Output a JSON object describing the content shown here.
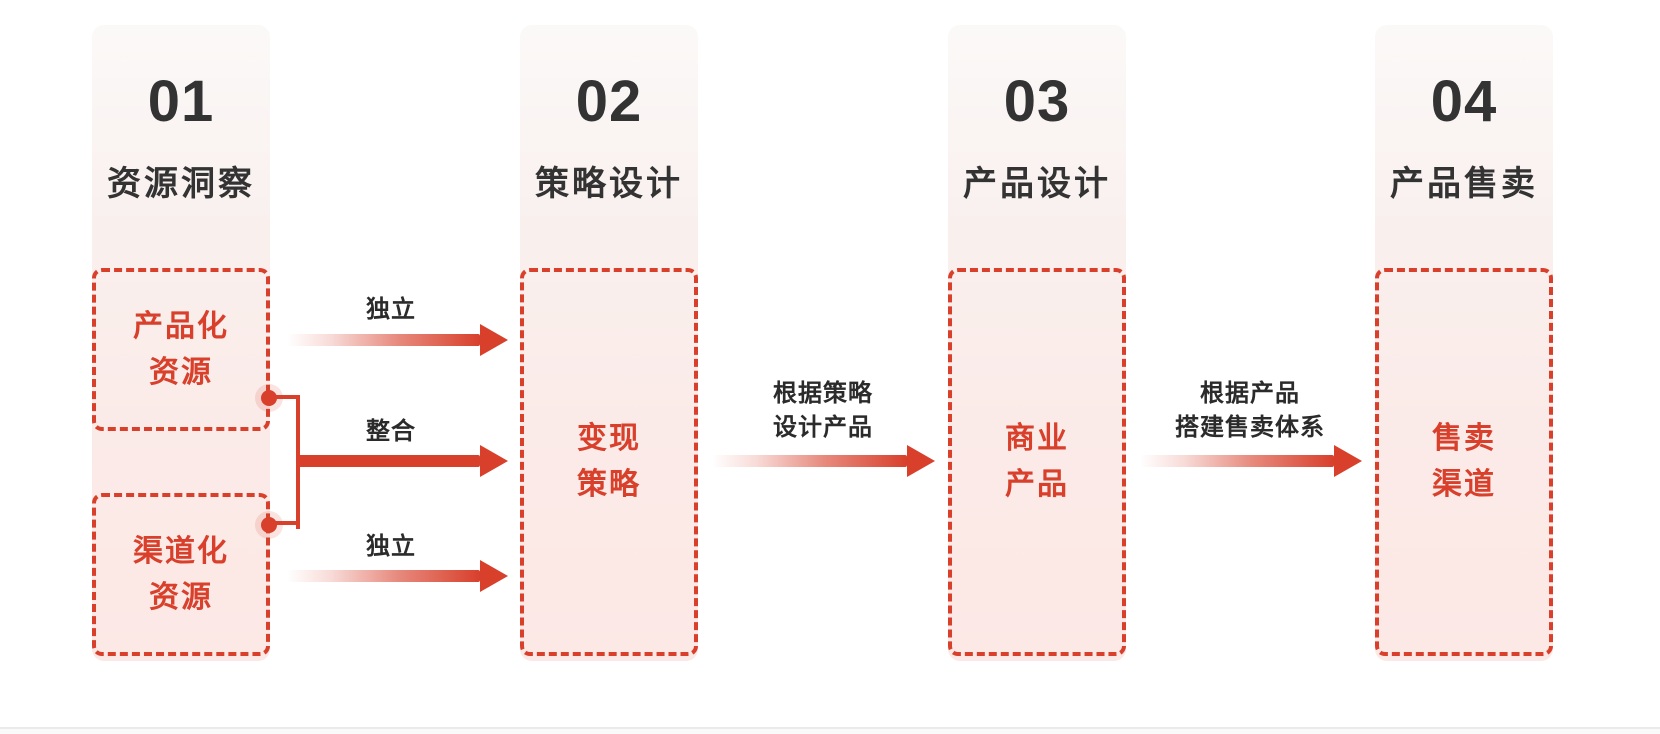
{
  "diagram": {
    "steps": [
      {
        "number": "01",
        "title": "资源洞察"
      },
      {
        "number": "02",
        "title": "策略设计"
      },
      {
        "number": "03",
        "title": "产品设计"
      },
      {
        "number": "04",
        "title": "产品售卖"
      }
    ],
    "boxes": {
      "productized": {
        "line1": "产品化",
        "line2": "资源"
      },
      "channelized": {
        "line1": "渠道化",
        "line2": "资源"
      },
      "monetization": {
        "line1": "变现",
        "line2": "策略"
      },
      "commercial": {
        "line1": "商业",
        "line2": "产品"
      },
      "sales_channel": {
        "line1": "售卖",
        "line2": "渠道"
      }
    },
    "connectors": {
      "independent_top": "独立",
      "integrate": "整合",
      "independent_bottom": "独立",
      "strategy_to_product_line1": "根据策略",
      "strategy_to_product_line2": "设计产品",
      "product_to_sales_line1": "根据产品",
      "product_to_sales_line2": "搭建售卖体系"
    },
    "colors": {
      "accent_red": "#d8402c",
      "band_top": "#fbf9f8",
      "band_bottom": "#fce8e5",
      "title_text": "#333333",
      "connector_label_text": "#2b2b2b"
    }
  }
}
